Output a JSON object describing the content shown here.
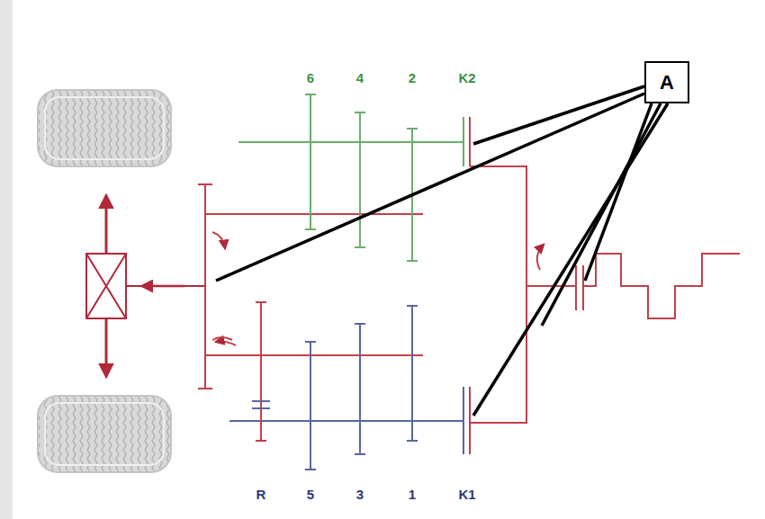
{
  "diagram": {
    "nodes": [
      {
        "text": [
          "A"
        ]
      }
    ],
    "labels": [
      "6",
      "4",
      "2",
      "K2",
      "R",
      "5",
      "3",
      "1",
      "K1"
    ]
  }
}
